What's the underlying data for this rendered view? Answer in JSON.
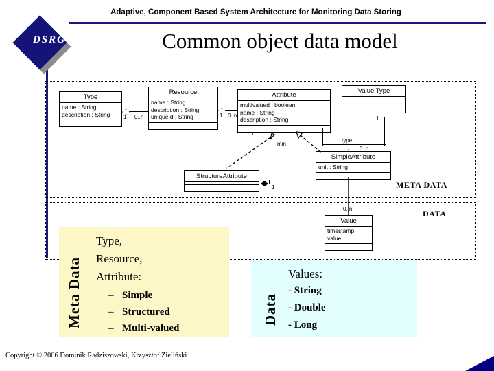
{
  "header": {
    "subtitle": "Adaptive, Component Based System Architecture for Monitoring Data Storing",
    "logo_text": "DSRG",
    "title": "Common object data model"
  },
  "diagram": {
    "region_labels": {
      "meta": "META DATA",
      "data": "DATA"
    },
    "classes": [
      {
        "name": "Type",
        "attributes": [
          "name : String",
          "description : String"
        ]
      },
      {
        "name": "Resource",
        "attributes": [
          "name : String",
          "description : String",
          "uniqueId : String"
        ]
      },
      {
        "name": "Attribute",
        "attributes": [
          "multivalued : boolean",
          "name : String",
          "description : String"
        ]
      },
      {
        "name": "Value Type",
        "attributes": []
      },
      {
        "name": "SimpleAttribute",
        "attributes": [
          "unit : String"
        ]
      },
      {
        "name": "StructureAttribute",
        "attributes": []
      },
      {
        "name": "Value",
        "attributes": [
          "timestamp",
          "value"
        ]
      }
    ],
    "multiplicities": [
      "1",
      "0..n",
      "1",
      "0..n",
      "1",
      "0..n",
      "1",
      "0..n",
      "1",
      "1",
      "0..n"
    ],
    "role_labels": [
      "type",
      "min"
    ]
  },
  "callouts": {
    "meta": {
      "side_label": "Meta Data",
      "lines": [
        "Type,",
        "Resource,",
        "Attribute:"
      ],
      "bullets": [
        "Simple",
        "Structured",
        "Multi-valued"
      ],
      "dash": "–"
    },
    "data": {
      "side_label": "Data",
      "heading": "Values:",
      "items": [
        "- String",
        "- Double",
        "- Long"
      ]
    }
  },
  "footer": {
    "copyright": "Copyright © 2006 Dominik Radziszowski, Krzysztof Zieliński"
  },
  "colors": {
    "logo_blue": "#141478",
    "rule_blue": "#1a1a7a",
    "meta_callout_bg": "#fdf7c8",
    "data_callout_bg": "#e3feff",
    "corner_blue": "#000080"
  }
}
